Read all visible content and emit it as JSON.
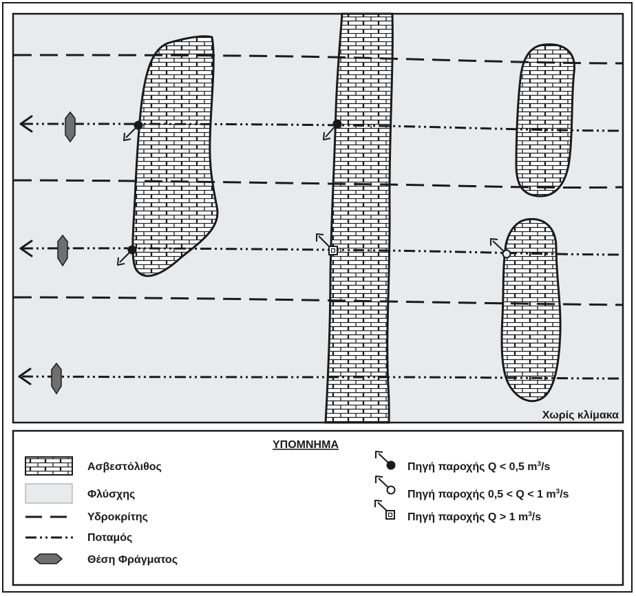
{
  "map": {
    "scale_note": "Χωρίς κλίμακα",
    "colors": {
      "flysch": "#e9eaec",
      "limestone": "#ffffff",
      "ink": "#1a1a1a",
      "dam": "#6f6f6f"
    }
  },
  "legend": {
    "title": "ΥΠΟΜΝΗΜΑ",
    "limestone": "Ασβεστόλιθος",
    "flysch": "Φλύσχης",
    "divide": "Υδροκρίτης",
    "river": "Ποταμός",
    "dam": "Θέση Φράγματος",
    "spring_low": {
      "prefix": "Πηγή παροχής Q < 0,5 m",
      "sup": "3",
      "suffix": "/s"
    },
    "spring_mid": {
      "prefix": "Πηγή παροχής 0,5 < Q < 1 m",
      "sup": "3",
      "suffix": "/s"
    },
    "spring_high": {
      "prefix": "Πηγή παροχής Q > 1 m",
      "sup": "3",
      "suffix": "/s"
    }
  }
}
